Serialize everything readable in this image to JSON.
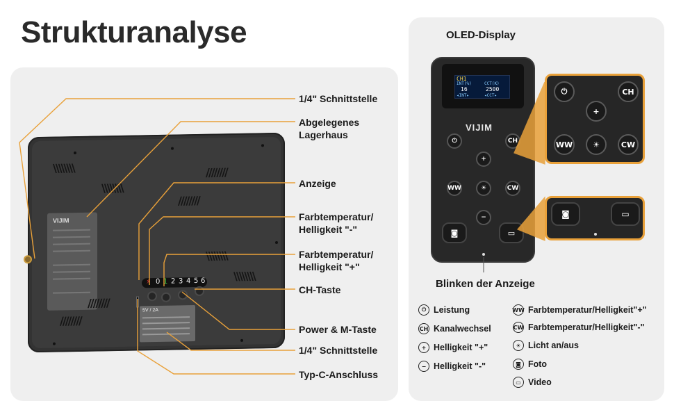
{
  "title": "Strukturanalyse",
  "light": {
    "brand": "VIJIM",
    "indicator_digits": [
      "0",
      "1",
      "2",
      "3",
      "4",
      "5",
      "6"
    ],
    "spec_text": "5V / 2A"
  },
  "callouts": {
    "thread_top": "1/4\" Schnittstelle",
    "warehouse_1": "Abgelegenes",
    "warehouse_2": "Lagerhaus",
    "display": "Anzeige",
    "minus_1": "Farbtemperatur/",
    "minus_2": "Helligkeit \"-\"",
    "plus_1": "Farbtemperatur/",
    "plus_2": "Helligkeit \"+\"",
    "ch": "CH-Taste",
    "power": "Power & M-Taste",
    "thread_bottom": "1/4\" Schnittstelle",
    "typec": "Typ-C-Anschluss"
  },
  "remote": {
    "oled_title": "OLED-Display",
    "blink_label": "Blinken der Anzeige",
    "brand": "VIJIM",
    "oled": {
      "ch": "CH1",
      "int": "INT(%)",
      "cct": "CCT(K)",
      "int_val": "16",
      "cct_val": "2500",
      "int_btn": "◂INT▸",
      "cct_btn": "◂CCT▸"
    },
    "buttons": {
      "power": "⏻",
      "ch": "CH",
      "plus": "+",
      "ww": "WW",
      "light": "☀",
      "cw": "CW",
      "minus": "−",
      "photo": "◙",
      "video": "▭"
    }
  },
  "legend": {
    "left": [
      {
        "icon": "⏻",
        "label": "Leistung"
      },
      {
        "icon": "CH",
        "label": "Kanalwechsel"
      },
      {
        "icon": "+",
        "label": "Helligkeit \"+\""
      },
      {
        "icon": "−",
        "label": "Helligkeit \"-\""
      }
    ],
    "right": [
      {
        "icon": "WW",
        "label": "Farbtemperatur/Helligkeit\"+\""
      },
      {
        "icon": "CW",
        "label": "Farbtemperatur/Helligkeit\"-\""
      },
      {
        "icon": "☀",
        "label": "Licht an/aus"
      },
      {
        "icon": "◙",
        "label": "Foto"
      },
      {
        "icon": "▭",
        "label": "Video"
      }
    ]
  },
  "colors": {
    "accent": "#e9a13a",
    "panel": "#efefef",
    "device": "#333333"
  }
}
